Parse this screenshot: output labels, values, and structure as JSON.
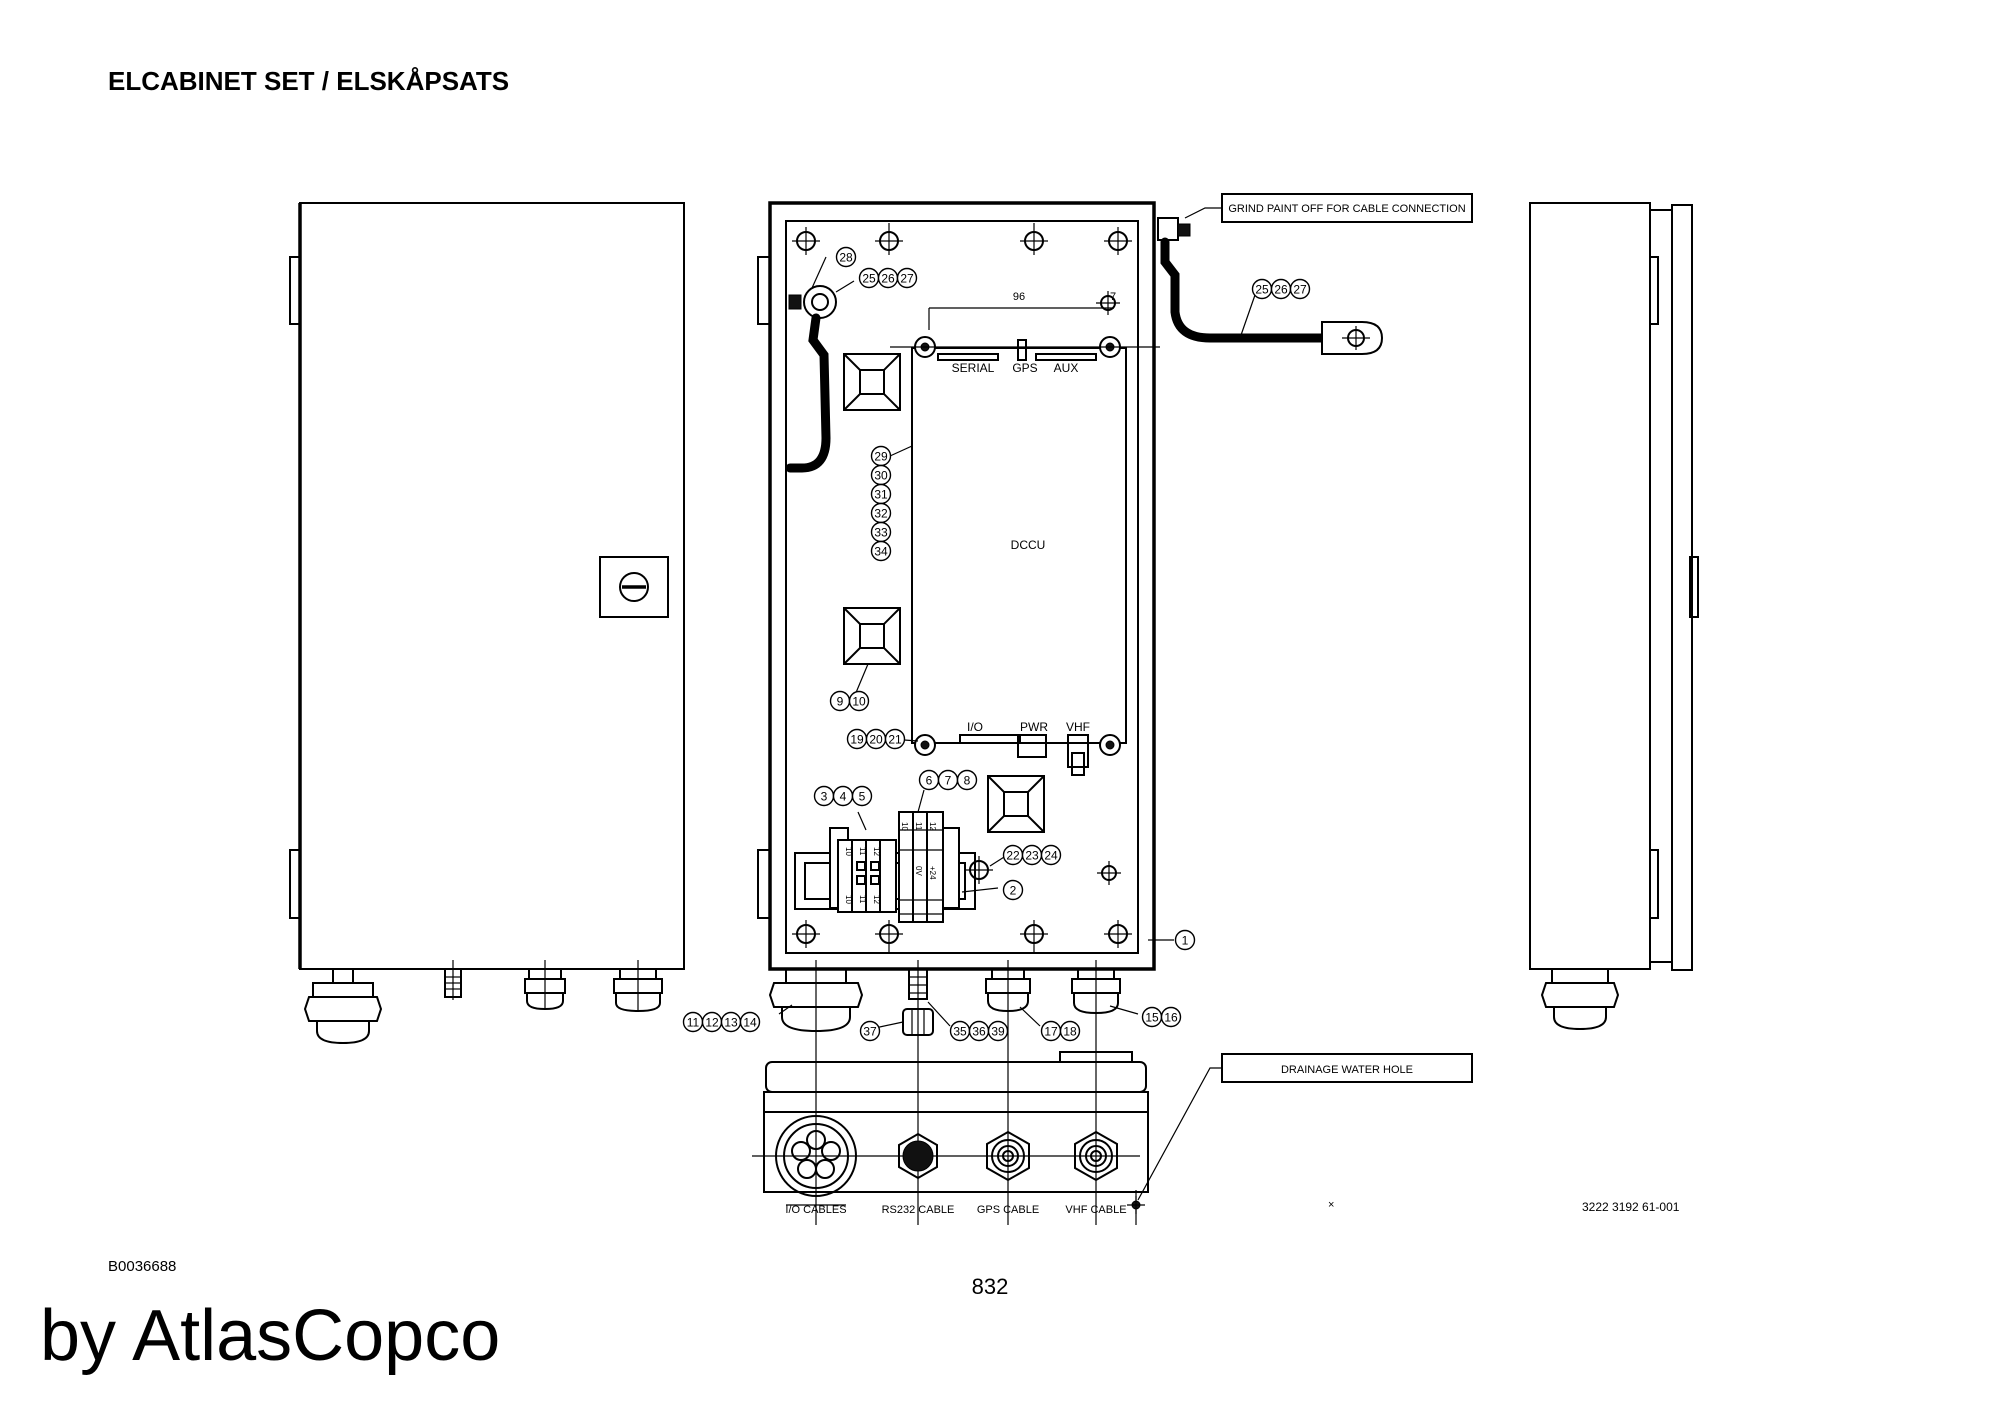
{
  "title": "ELCABINET SET / ELSKÅPSATS",
  "callouts": {
    "grind_paint": "GRIND PAINT OFF FOR CABLE CONNECTION",
    "drainage": "DRAINAGE WATER HOLE"
  },
  "module_label": "DCCU",
  "dimensions": {
    "width_96": "96",
    "seven": "7"
  },
  "ports_top": [
    "SERIAL",
    "GPS",
    "AUX"
  ],
  "ports_bottom": [
    "I/O",
    "PWR",
    "VHF"
  ],
  "cable_labels": [
    "I/O CABLES",
    "RS232 CABLE",
    "GPS CABLE",
    "VHF CABLE"
  ],
  "terminal_numbers": [
    "10",
    "11",
    "12",
    "10",
    "11",
    "12",
    "10",
    "11",
    "12",
    "+24",
    "0V"
  ],
  "balloons": {
    "b28": [
      "28"
    ],
    "b25a": [
      "25",
      "26",
      "27"
    ],
    "b25b": [
      "25",
      "26",
      "27"
    ],
    "b29": [
      "29",
      "30",
      "31",
      "32",
      "33",
      "34"
    ],
    "b9": [
      "9",
      "10"
    ],
    "b19": [
      "19",
      "20",
      "21"
    ],
    "b3": [
      "3",
      "4",
      "5"
    ],
    "b6": [
      "6",
      "7",
      "8"
    ],
    "b22": [
      "22",
      "23",
      "24"
    ],
    "b2": [
      "2"
    ],
    "b1": [
      "1"
    ],
    "b11": [
      "11",
      "12",
      "13",
      "14"
    ],
    "b37": [
      "37"
    ],
    "b35": [
      "35",
      "36",
      "39"
    ],
    "b17": [
      "17",
      "18"
    ],
    "b15": [
      "15",
      "16"
    ]
  },
  "drawing_number": "3222 3192 61-001",
  "image_code": "B0036688",
  "page_number": "832",
  "brand": "by AtlasCopco",
  "cross_mark": "×"
}
